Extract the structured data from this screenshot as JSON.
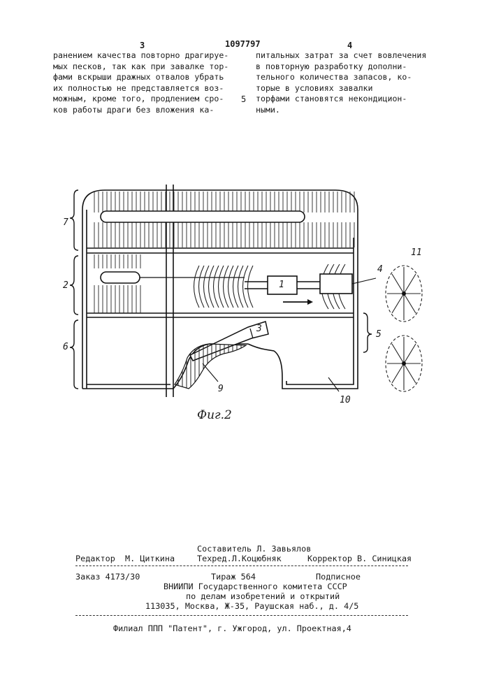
{
  "header": {
    "page_left": "3",
    "doc_number": "1097797",
    "page_right": "4"
  },
  "left_column": [
    "ранением качества повторно драгируе-",
    "мых песков, так как при завалке тор-",
    "фами вскрыши дражных отвалов убрать",
    "их полностью не представляется воз-",
    "можным, кроме того, продлением сро-",
    "ков работы драги без вложения ка-"
  ],
  "line_marker": "5",
  "right_column": [
    "питальных затрат за счет вовлечения",
    "в повторную разработку дополни-",
    "тельного количества запасов, ко-",
    "торые в условиях завалки",
    "торфами становятся некондицион-",
    "ными."
  ],
  "figure": {
    "caption": "Фиг.2",
    "labels": {
      "l1": "1",
      "l2": "2",
      "l3": "3",
      "l4": "4",
      "l5": "5",
      "l6": "6",
      "l7": "7",
      "l9": "9",
      "l10": "10",
      "l11": "11"
    }
  },
  "footer": {
    "compiler": "Составитель Л. Завьялов",
    "editor": "Редактор  М. Циткина",
    "techred": "Техред.Л.Коцюбняк",
    "corrector": "Корректор В. Синицкая",
    "order": "Заказ 4173/30",
    "circulation": "Тираж 564",
    "subscription": "Подписное",
    "org1": "ВНИИПИ Государственного комитета СССР",
    "org2": "по делам изобретений и открытий",
    "address": "113035, Москва, Ж-35, Раушская наб., д. 4/5",
    "branch": "Филиал ППП \"Патент\", г. Ужгород, ул. Проектная,4"
  }
}
